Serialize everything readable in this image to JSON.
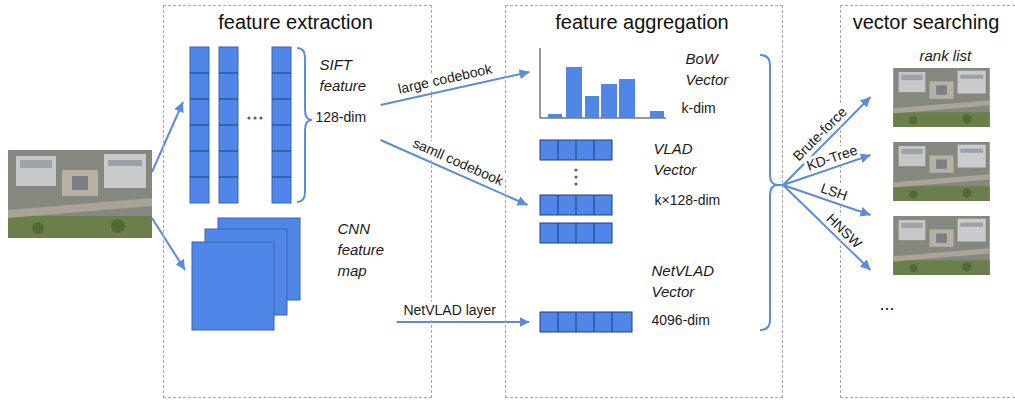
{
  "diagram": {
    "nodes": [
      {
        "text": [
          "feature extraction"
        ]
      },
      {
        "text": [
          "SIFT feature",
          "128-dim"
        ],
        "in": 0
      },
      {
        "text": [
          "CNN feature map"
        ],
        "in": 0
      },
      {
        "text": [
          "feature aggregation"
        ]
      },
      {
        "text": [
          "BoW Vector",
          "k-dim"
        ],
        "in": 3
      },
      {
        "text": [
          "VLAD Vector",
          "k×128-dim"
        ],
        "in": 3
      },
      {
        "text": [
          "NetVLAD Vector",
          "4096-dim"
        ],
        "in": 3
      },
      {
        "text": [
          "vector searching"
        ]
      },
      {
        "text": [
          "rank list",
          "..."
        ],
        "in": 7
      }
    ],
    "edges": [
      {
        "from": 1,
        "to": 4,
        "label": "large codebook",
        "arrow": "to"
      },
      {
        "from": 1,
        "to": 5,
        "label": "samll codebook",
        "arrow": "to"
      },
      {
        "from": 2,
        "to": 6,
        "label": "NetVLAD layer",
        "arrow": "to"
      },
      {
        "from": 3,
        "to": 8,
        "label": "Brute-force",
        "arrow": "to"
      },
      {
        "from": 3,
        "to": 8,
        "label": "KD-Tree",
        "arrow": "to"
      },
      {
        "from": 3,
        "to": 8,
        "label": "LSH",
        "arrow": "to"
      },
      {
        "from": 3,
        "to": 8,
        "label": "HNSW",
        "arrow": "to"
      }
    ]
  }
}
